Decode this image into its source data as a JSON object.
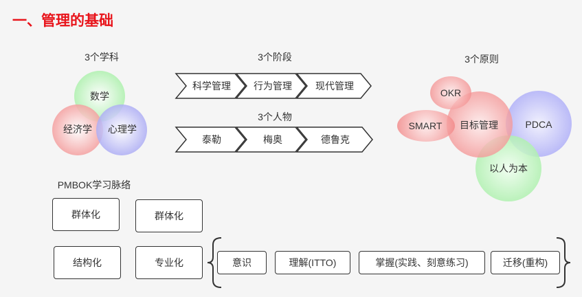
{
  "heading": "一、管理的基础",
  "disciplines": {
    "title": "3个学科",
    "items": [
      "数学",
      "经济学",
      "心理学"
    ]
  },
  "stages": {
    "title": "3个阶段",
    "items": [
      "科学管理",
      "行为管理",
      "现代管理"
    ]
  },
  "people": {
    "title": "3个人物",
    "items": [
      "泰勒",
      "梅奥",
      "德鲁克"
    ]
  },
  "principles": {
    "title": "3个原则",
    "items": [
      "OKR",
      "SMART",
      "目标管理",
      "PDCA",
      "以人为本"
    ]
  },
  "pmbok": {
    "title": "PMBOK学习脉络",
    "left_boxes": [
      "群体化",
      "群体化",
      "结构化",
      "专业化"
    ],
    "steps": [
      "意识",
      "理解(ITTO)",
      "掌握(实践、刻意练习)",
      "迁移(重构)"
    ]
  }
}
